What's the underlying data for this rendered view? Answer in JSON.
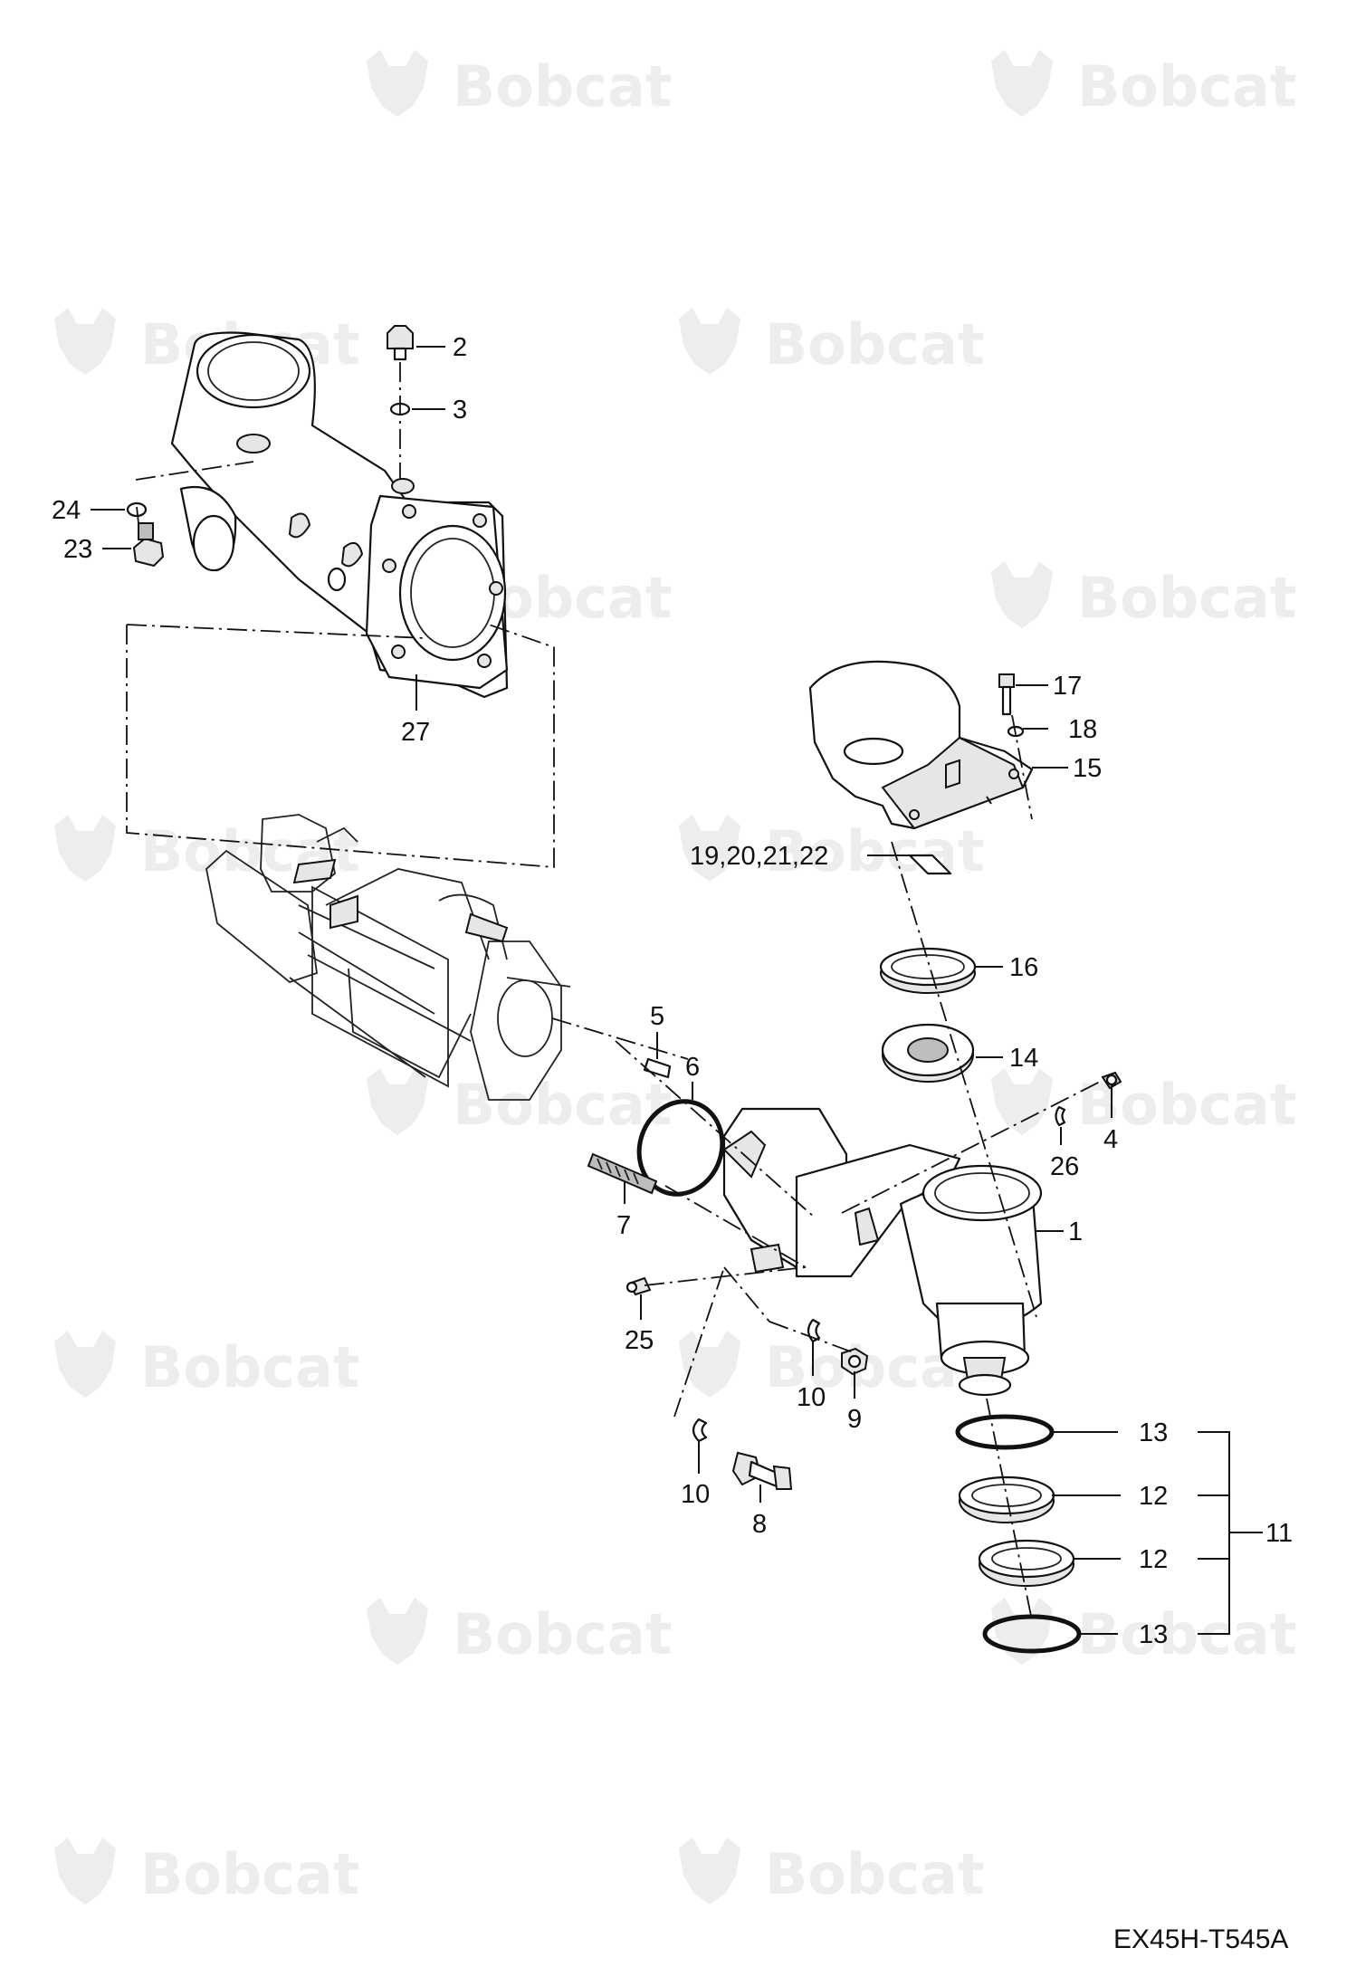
{
  "watermark": {
    "brand": "Bobcat",
    "registered": "®"
  },
  "diagram": {
    "code": "EX45H-T545A",
    "callouts": {
      "c1": "1",
      "c2": "2",
      "c3": "3",
      "c4": "4",
      "c5": "5",
      "c6": "6",
      "c7": "7",
      "c8": "8",
      "c9": "9",
      "c10a": "10",
      "c10b": "10",
      "c11": "11",
      "c12a": "12",
      "c12b": "12",
      "c13a": "13",
      "c13b": "13",
      "c14": "14",
      "c15": "15",
      "c16": "16",
      "c17": "17",
      "c18": "18",
      "c19_22": "19,20,21,22",
      "c23": "23",
      "c24": "24",
      "c25": "25",
      "c26": "26",
      "c27": "27"
    }
  }
}
